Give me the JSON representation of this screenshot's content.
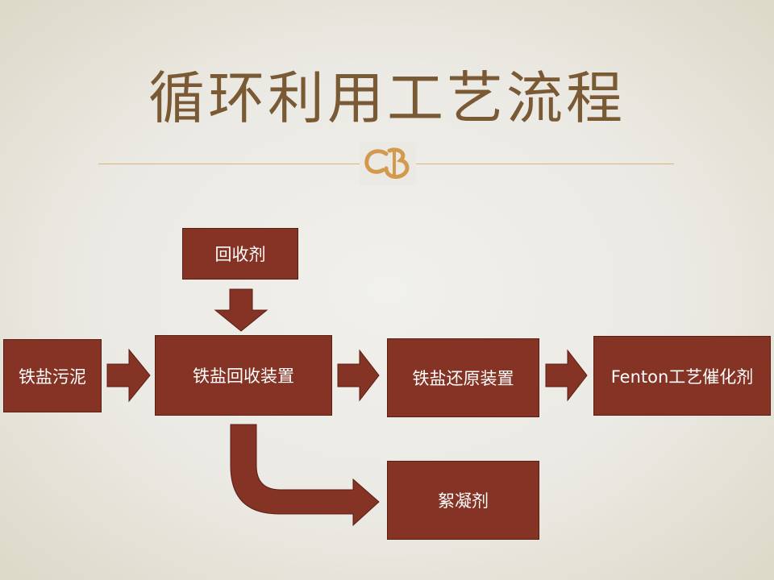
{
  "slide": {
    "title": "循环利用工艺流程"
  },
  "nodes": {
    "recovery_agent": "回收剂",
    "iron_sludge": "铁盐污泥",
    "recovery_device": "铁盐回收装置",
    "reduction_device": "铁盐还原装置",
    "fenton_catalyst": "Fenton工艺催化剂",
    "flocculant": "絮凝剂"
  },
  "colors": {
    "box_fill": "#843324",
    "title": "#7a5a34",
    "accent": "#d8b483"
  }
}
